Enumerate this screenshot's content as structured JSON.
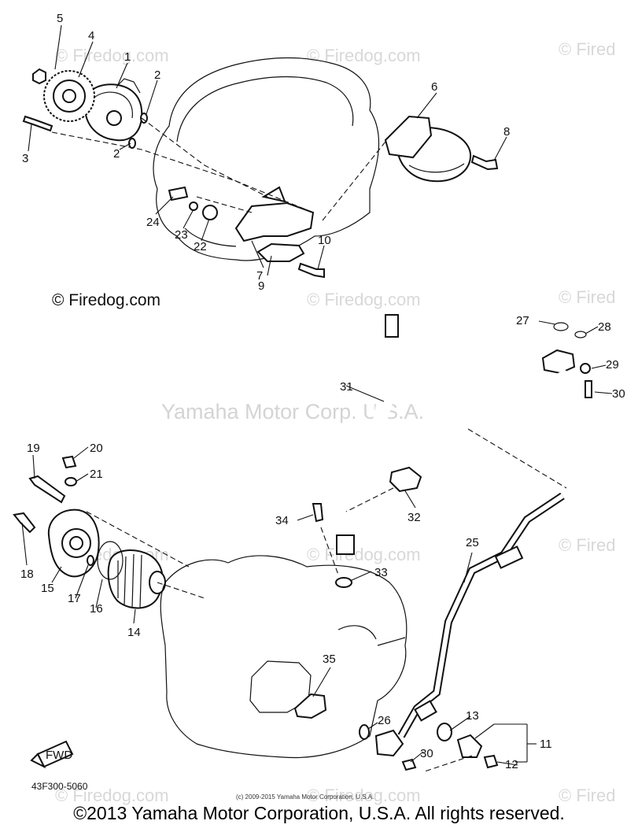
{
  "watermarks": {
    "firedog": "© Firedog.com",
    "firedog_cut": "© Fired",
    "yamaha": "Yamaha Motor Corp. U.S.A."
  },
  "copyright_mid": "© Firedog.com",
  "copyright_small": "(c) 2009-2015 Yamaha Motor Corporation, U.S.A.",
  "copyright_bottom": "©2013 Yamaha Motor Corporation, U.S.A. All rights reserved.",
  "diagram_code": "43F300-5060",
  "fwd_label": "FWD",
  "callouts": {
    "c1": "1",
    "c2a": "2",
    "c2b": "2",
    "c3": "3",
    "c4": "4",
    "c5": "5",
    "c6": "6",
    "c7": "7",
    "c8": "8",
    "c9": "9",
    "c10": "10",
    "c11": "11",
    "c12": "12",
    "c13": "13",
    "c14": "14",
    "c15": "15",
    "c16": "16",
    "c17": "17",
    "c18": "18",
    "c19": "19",
    "c20": "20",
    "c21": "21",
    "c22": "22",
    "c23": "23",
    "c24": "24",
    "c25": "25",
    "c26": "26",
    "c27": "27",
    "c28": "28",
    "c29": "29",
    "c30a": "30",
    "c30b": "30",
    "c31": "31",
    "c32": "32",
    "c33": "33",
    "c34": "34",
    "c35": "35"
  }
}
